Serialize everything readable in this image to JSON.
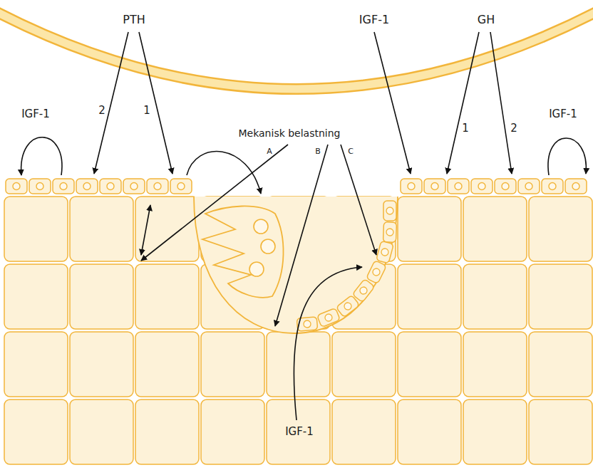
{
  "diagram": {
    "labels": [
      "PTH",
      "IGF-1",
      "GH",
      "IGF-1",
      "2",
      "1",
      "Mekanisk belastning",
      "1",
      "2",
      "IGF-1",
      "A",
      "B",
      "C",
      "IGF-1"
    ]
  }
}
